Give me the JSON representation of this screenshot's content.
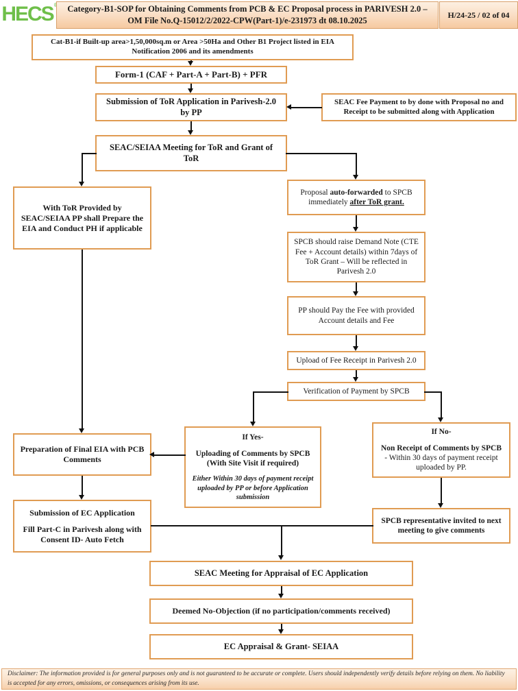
{
  "header": {
    "logo": "HECS",
    "logo_tm": "®",
    "title": "Category-B1-SOP for Obtaining Comments from PCB & EC Proposal process in PARIVESH 2.0 – OM File No.Q-15012/2/2022-CPW(Part-1)/e-231973 dt 08.10.2025",
    "page_ref": "H/24-25 / 02 of  04"
  },
  "nodes": {
    "cat_b1": "Cat-B1-if Built-up area>1,50,000sq.m or Area >50Ha  and Other B1 Project listed in EIA Notification 2006 and its amendments",
    "form1": "Form-1 (CAF + Part-A + Part-B) + PFR",
    "tor_submission": "Submission of ToR Application in Parivesh-2.0 by PP",
    "seac_fee": "SEAC Fee Payment to by done with Proposal no and Receipt to be submitted along with Application",
    "seac_meeting": "SEAC/SEIAA Meeting for ToR and Grant of ToR",
    "with_tor": "With ToR Provided by SEAC/SEIAA PP shall Prepare the EIA and Conduct PH if applicable",
    "auto_fwd_1": "Proposal ",
    "auto_fwd_2": "auto-forwarded",
    "auto_fwd_3": " to SPCB immediately ",
    "auto_fwd_4": "after ToR grant.",
    "demand_note": "SPCB should raise Demand Note (CTE Fee + Account details) within 7days of ToR Grant – Will be reflected in Parivesh 2.0",
    "pp_pay_fee": "PP should Pay the Fee with provided Account details and Fee",
    "upload_receipt": "Upload of Fee Receipt in Parivesh 2.0",
    "verification": "Verification of Payment by SPCB",
    "if_yes_label": "If Yes-",
    "if_yes_main": "Uploading of Comments by SPCB (With Site Visit if required)",
    "if_yes_note": "Either Within 30 days of payment receipt uploaded by PP or before Application submission",
    "if_no_label": "If  No-",
    "if_no_main": "Non Receipt of Comments by SPCB",
    "if_no_note": "- Within 30 days of payment receipt uploaded by PP.",
    "final_eia": "Preparation of Final EIA with PCB Comments",
    "ec_submission_1": "Submission of EC Application",
    "ec_submission_2": "Fill Part-C  in Parivesh along with Consent ID- Auto Fetch",
    "spcb_rep": "SPCB representative invited to next meeting to give comments",
    "seac_appraisal": "SEAC Meeting for Appraisal of EC Application",
    "deemed_noobj": "Deemed No-Objection (if no participation/comments received)",
    "ec_grant": "EC Appraisal & Grant- SEIAA"
  },
  "disclaimer": "Disclaimer: The information provided is for general purposes only and is not guaranteed to be accurate or complete. Users should independently verify details before relying on them. No liability is accepted for any errors, omissions, or consequences arising from its use.",
  "colors": {
    "box_border": "#e09b52",
    "header_fill": "#f6c9a0",
    "logo_green": "#6fbf4a",
    "connector": "#111111"
  }
}
